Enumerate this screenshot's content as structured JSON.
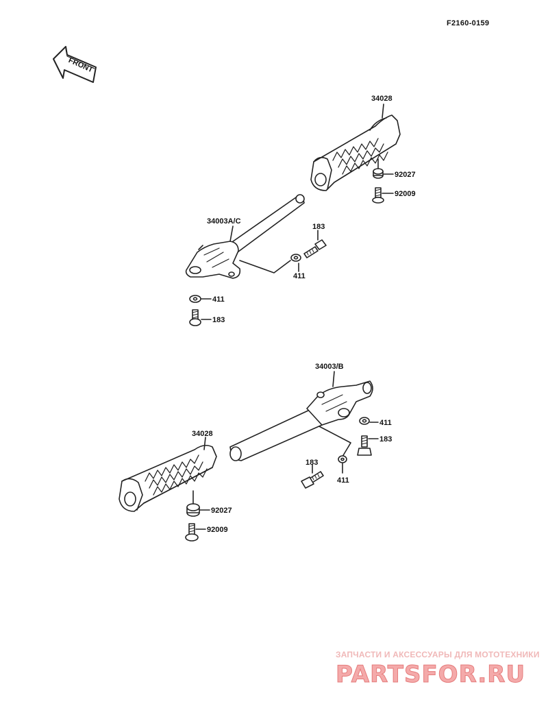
{
  "diagram_code": "F2160-0159",
  "front_label": "FRONT",
  "labels": {
    "footrest_top": "34028",
    "bracket_ac": "34003A/C",
    "collar_top": "92027",
    "bolt_top": "92009",
    "bolt_183_a": "183",
    "washer_411_a": "411",
    "washer_411_b": "411",
    "bolt_183_b": "183",
    "bracket_b": "34003/B",
    "washer_411_c": "411",
    "bolt_183_c": "183",
    "bolt_183_d": "183",
    "washer_411_d": "411",
    "footrest_bottom": "34028",
    "collar_bottom": "92027",
    "bolt_bottom": "92009"
  },
  "watermark": {
    "tagline": "ЗАПЧАСТИ И АКСЕССУАРЫ ДЛЯ МОТОТЕХНИКИ",
    "logo": "PARTSFOR.RU"
  }
}
